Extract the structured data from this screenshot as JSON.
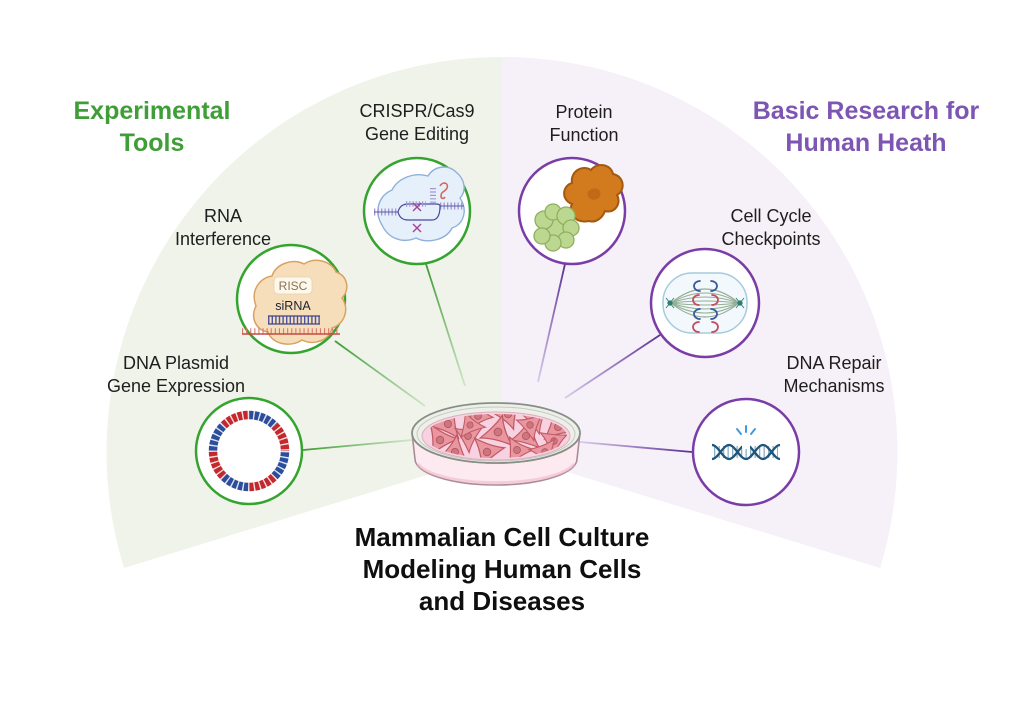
{
  "titles": {
    "left": {
      "lines": [
        "Experimental",
        "Tools"
      ],
      "color": "#3f9e38"
    },
    "right": {
      "lines": [
        "Basic Research for",
        "Human Heath"
      ],
      "color": "#7d55b2"
    },
    "center": {
      "lines": [
        "Mammalian Cell Culture",
        "Modeling Human Cells",
        "and Diseases"
      ]
    }
  },
  "nodes": {
    "crispr": {
      "lines": [
        "CRISPR/Cas9",
        "Gene Editing"
      ],
      "icon": "cas9-protein-icon",
      "accent": "#35a42f"
    },
    "rnai": {
      "lines": [
        "RNA",
        "Interference"
      ],
      "icon": "risc-sirna-icon",
      "accent": "#35a42f",
      "risc_label": "RISC",
      "sirna_label": "siRNA"
    },
    "plasmid": {
      "lines": [
        "DNA Plasmid",
        "Gene Expression"
      ],
      "icon": "plasmid-ring-icon",
      "accent": "#35a42f"
    },
    "protein": {
      "lines": [
        "Protein",
        "Function"
      ],
      "icon": "protein-blobs-icon",
      "accent": "#7a3da6"
    },
    "cellcycle": {
      "lines": [
        "Cell Cycle",
        "Checkpoints"
      ],
      "icon": "mitotic-spindle-icon",
      "accent": "#7a3da6"
    },
    "dnarepair": {
      "lines": [
        "DNA Repair",
        "Mechanisms"
      ],
      "icon": "dna-break-icon",
      "accent": "#7a3da6"
    }
  },
  "center_icon": "petri-dish-icon",
  "colors": {
    "left_sector_bg": "#f0f3ea",
    "right_sector_bg": "#f6f0f8",
    "green_accent": "#35a42f",
    "purple_accent": "#7a3da6"
  }
}
